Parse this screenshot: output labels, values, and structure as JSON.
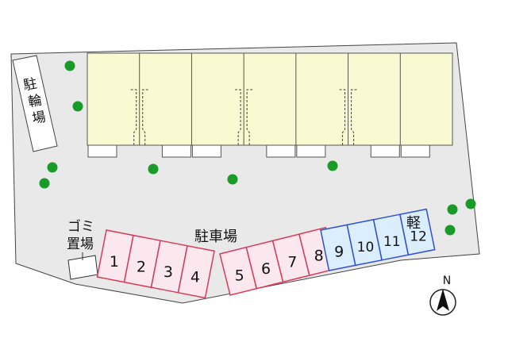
{
  "map": {
    "labels": {
      "bicycle_parking": [
        "駐",
        "輪",
        "場"
      ],
      "garbage_area": [
        "ゴミ",
        "置場"
      ],
      "parking_lot": "駐車場",
      "kei_car": "軽",
      "north": "N"
    },
    "building_units": 7,
    "parking_spaces": [
      {
        "number": "1",
        "type": "standard"
      },
      {
        "number": "2",
        "type": "standard"
      },
      {
        "number": "3",
        "type": "standard"
      },
      {
        "number": "4",
        "type": "standard"
      },
      {
        "number": "5",
        "type": "standard"
      },
      {
        "number": "6",
        "type": "standard"
      },
      {
        "number": "7",
        "type": "standard"
      },
      {
        "number": "8",
        "type": "standard"
      },
      {
        "number": "9",
        "type": "light"
      },
      {
        "number": "10",
        "type": "light"
      },
      {
        "number": "11",
        "type": "light"
      },
      {
        "number": "12",
        "type": "light"
      }
    ],
    "colors": {
      "ground": "#e9e9e9",
      "building": "#fafad2",
      "standard_space_border": "#d83a5a",
      "standard_space_fill": "#fbe8ee",
      "light_space_border": "#2f4fd1",
      "light_space_fill": "#dbeefd",
      "tree": "#1a9a28"
    }
  }
}
